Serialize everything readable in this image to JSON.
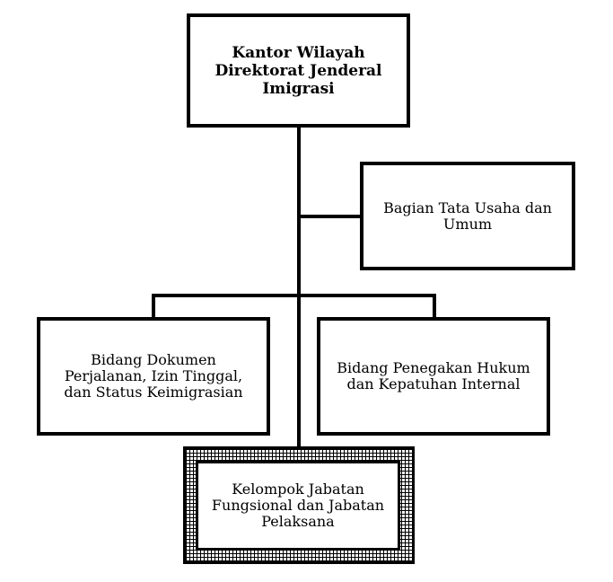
{
  "chart": {
    "head": "Kantor Wilayah\nDirektorat Jenderal\nImigrasi",
    "admin_unit": "Bagian Tata Usaha dan\nUmum",
    "division_documents": "Bidang Dokumen\nPerjalanan, Izin Tinggal,\ndan Status Keimigrasian",
    "division_enforcement": "Bidang Penegakan Hukum\ndan Kepatuhan Internal",
    "functional_group": "Kelompok Jabatan\nFungsional dan Jabatan\nPelaksana"
  }
}
